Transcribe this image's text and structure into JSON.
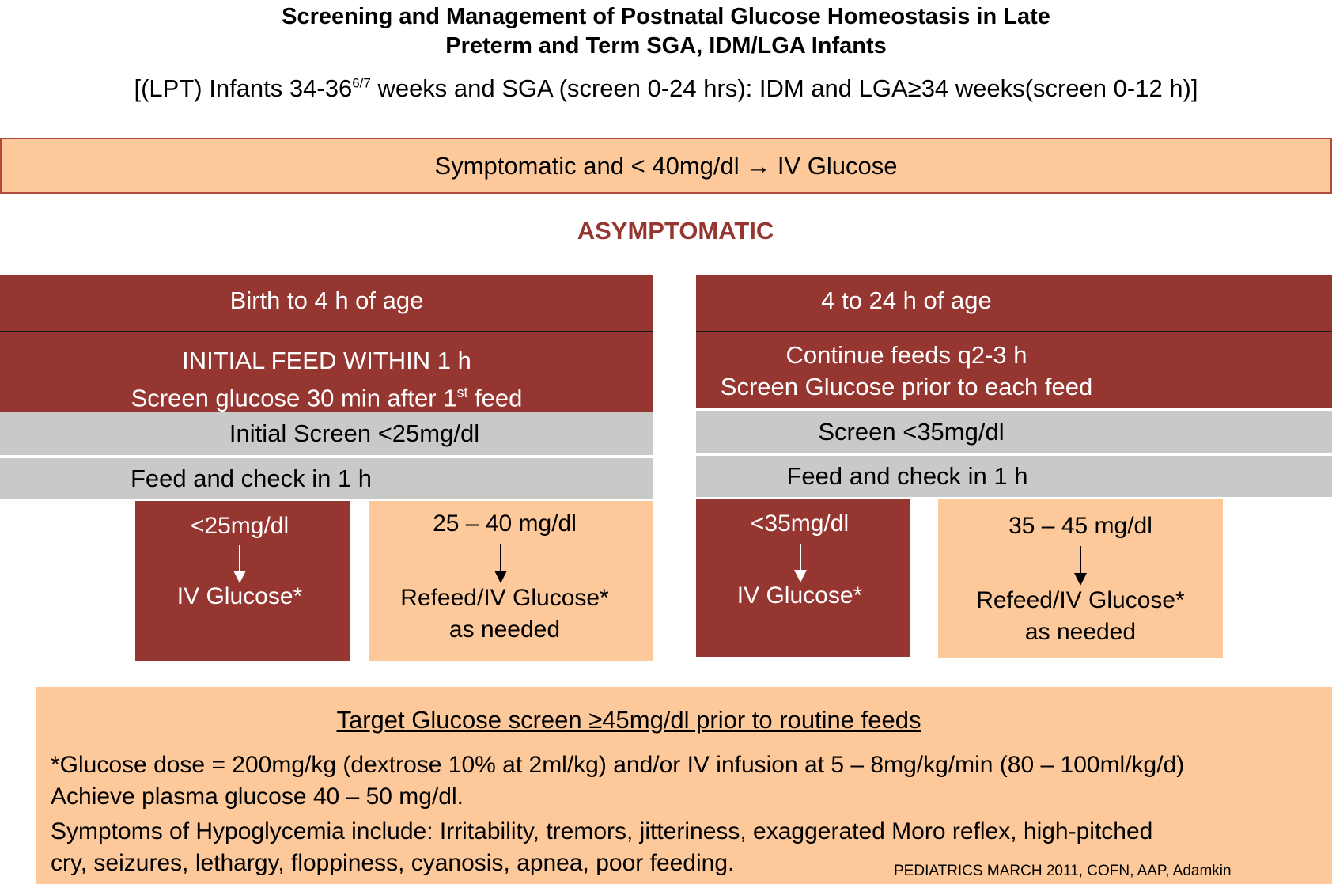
{
  "title": {
    "line1": "Screening and Management of Postnatal Glucose Homeostasis in Late",
    "line2": "Preterm and Term SGA, IDM/LGA Infants",
    "subtitle_pre": "[(LPT) Infants 34-36",
    "subtitle_sup": "6/7",
    "subtitle_post": " weeks and SGA (screen 0-24 hrs): IDM and LGA≥34 weeks(screen 0-12 h)]"
  },
  "symptomatic_box": "Symptomatic and < 40mg/dl → IV Glucose",
  "asymptomatic_heading": "ASYMPTOMATIC",
  "left_panel": {
    "header": "Birth to 4 h of age",
    "instruction_line1": "INITIAL FEED WITHIN  1 h",
    "instruction_line2_pre": "Screen glucose 30 min after 1",
    "instruction_line2_sup": "st",
    "instruction_line2_post": " feed",
    "screen": "Initial Screen <25mg/dl",
    "feed_check": "Feed and check in 1 h",
    "low_range": "<25mg/dl",
    "low_action": "IV Glucose*",
    "mid_range": "25 – 40 mg/dl",
    "mid_action_line1": "Refeed/IV Glucose*",
    "mid_action_line2": "as needed"
  },
  "right_panel": {
    "header": "4 to 24 h of age",
    "instruction_line1": "Continue feeds q2-3 h",
    "instruction_line2": "Screen Glucose prior to each feed",
    "screen": "Screen <35mg/dl",
    "feed_check": "Feed and check in 1 h",
    "low_range": "<35mg/dl",
    "low_action": "IV Glucose*",
    "mid_range": "35 – 45 mg/dl",
    "mid_action_line1": "Refeed/IV Glucose*",
    "mid_action_line2": "as needed"
  },
  "footer": {
    "target": "Target Glucose screen ≥45mg/dl prior to routine feeds",
    "dose_line1": "*Glucose dose = 200mg/kg (dextrose 10% at 2ml/kg) and/or IV infusion at 5 – 8mg/kg/min (80 – 100ml/kg/d)",
    "dose_line2": "Achieve plasma glucose 40 – 50 mg/dl.",
    "symptoms_line1": "Symptoms of Hypoglycemia include: Irritability, tremors, jitteriness, exaggerated Moro reflex, high-pitched",
    "symptoms_line2": "cry, seizures, lethargy, floppiness, cyanosis, apnea, poor feeding.",
    "citation": "PEDIATRICS MARCH 2011, COFN, AAP, Adamkin"
  },
  "colors": {
    "dark_red": "#963631",
    "peach": "#fdc99a",
    "gray": "#c9c9c8",
    "heading_red": "#963631"
  }
}
